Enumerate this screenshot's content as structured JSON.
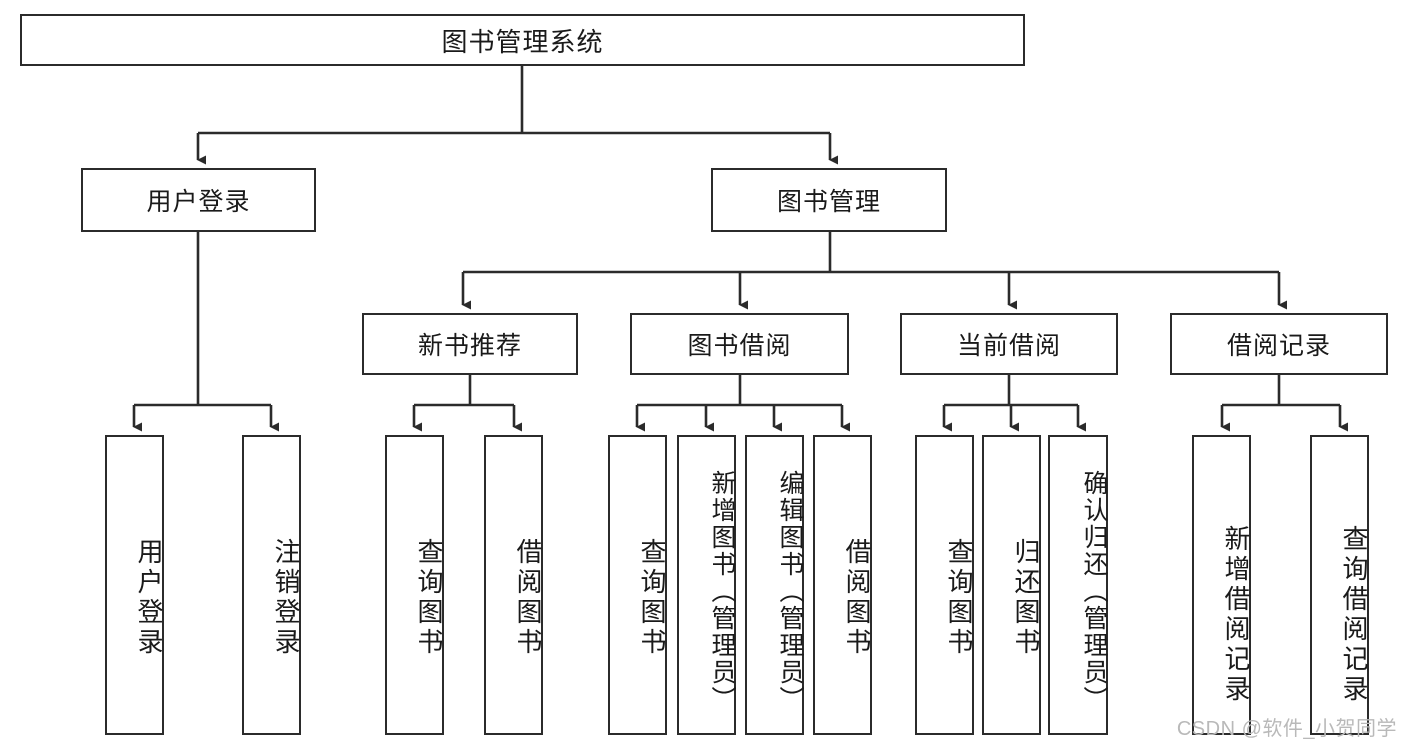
{
  "diagram": {
    "title": "图书管理系统",
    "type": "tree",
    "watermark": "CSDN @软件_小贺同学",
    "colors": {
      "box_border": "#2b2b2b",
      "box_fill": "#ffffff",
      "line": "#2b2b2b",
      "text": "#1a1a1a",
      "watermark": "#b9b9b9",
      "background": "#ffffff"
    },
    "levels": {
      "root": {
        "label": "图书管理系统"
      },
      "level2": [
        {
          "id": "user-login",
          "label": "用户登录"
        },
        {
          "id": "book-manage",
          "label": "图书管理"
        }
      ],
      "level3": [
        {
          "id": "new-book-rec",
          "label": "新书推荐",
          "parent": "book-manage"
        },
        {
          "id": "book-borrow",
          "label": "图书借阅",
          "parent": "book-manage"
        },
        {
          "id": "current-borrow",
          "label": "当前借阅",
          "parent": "book-manage"
        },
        {
          "id": "borrow-record",
          "label": "借阅记录",
          "parent": "book-manage"
        }
      ],
      "leaves": [
        {
          "id": "leaf-user-login",
          "label": "用户登录",
          "parent": "user-login"
        },
        {
          "id": "leaf-user-logout",
          "label": "注销登录",
          "parent": "user-login"
        },
        {
          "id": "leaf-query-book-1",
          "label": "查询图书",
          "parent": "new-book-rec"
        },
        {
          "id": "leaf-borrow-book-1",
          "label": "借阅图书",
          "parent": "new-book-rec"
        },
        {
          "id": "leaf-query-book-2",
          "label": "查询图书",
          "parent": "book-borrow"
        },
        {
          "id": "leaf-add-book",
          "label": "新增图书（管理员）",
          "parent": "book-borrow"
        },
        {
          "id": "leaf-edit-book",
          "label": "编辑图书（管理员）",
          "parent": "book-borrow"
        },
        {
          "id": "leaf-borrow-book-2",
          "label": "借阅图书",
          "parent": "book-borrow"
        },
        {
          "id": "leaf-query-book-3",
          "label": "查询图书",
          "parent": "current-borrow"
        },
        {
          "id": "leaf-return-book",
          "label": "归还图书",
          "parent": "current-borrow"
        },
        {
          "id": "leaf-confirm-return",
          "label": "确认归还（管理员）",
          "parent": "current-borrow"
        },
        {
          "id": "leaf-add-record",
          "label": "新增借阅记录",
          "parent": "borrow-record"
        },
        {
          "id": "leaf-query-record",
          "label": "查询借阅记录",
          "parent": "borrow-record"
        }
      ]
    }
  }
}
